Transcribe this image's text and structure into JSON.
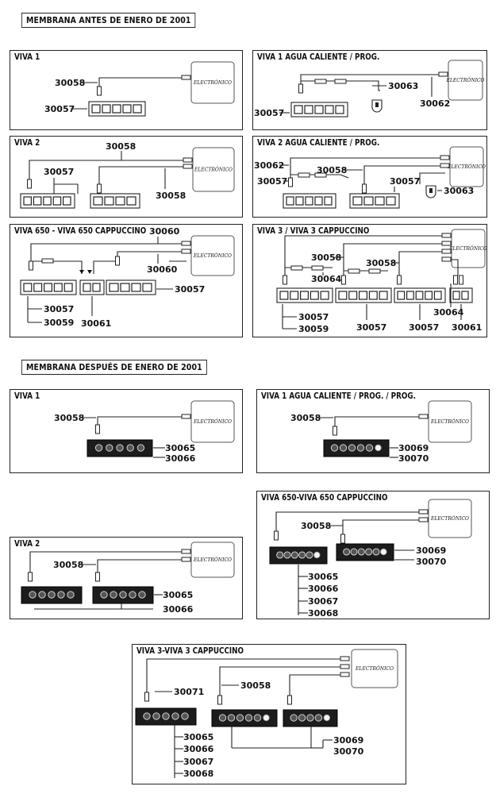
{
  "headers": {
    "before": "MEMBRANA ANTES DE ENERO DE 2001",
    "after": "MEMBRANA DESPUÉS DE ENERO DE 2001"
  },
  "electronico_label": "ELECTRÓNICO",
  "panels": {
    "viva1_old": {
      "title": "VIVA 1",
      "labels": {
        "cable": "30058",
        "membrane": "30057"
      }
    },
    "viva1ac_old": {
      "title": "VIVA 1 AGUA CALIENTE / PROG.",
      "labels": {
        "cable_short": "30063",
        "cable_long": "30062",
        "membrane": "30057"
      }
    },
    "viva2_old": {
      "title": "VIVA 2",
      "labels": {
        "cable_top": "30058",
        "membrane": "30057",
        "cable_bottom": "30058"
      }
    },
    "viva2ac_old": {
      "title": "VIVA 2 AGUA CALIENTE / PROG.",
      "labels": {
        "cable_long": "30062",
        "cable": "30058",
        "membrane_left": "30057",
        "membrane_right": "30057",
        "cable_short": "30063"
      }
    },
    "viva650_old": {
      "title": "VIVA 650 - VIVA 650 CAPPUCCINO",
      "labels": {
        "cable_top": "30060",
        "cable_mid": "30060",
        "membrane_right": "30057",
        "membrane_left_a": "30057",
        "membrane_left_b": "30059",
        "small": "30061"
      }
    },
    "viva3_old": {
      "title": "VIVA 3 / VIVA 3 CAPPUCCINO",
      "labels": {
        "cable_a": "30058",
        "cable_b": "30058",
        "cable_c": "30064",
        "cable_d": "30064",
        "m_left_a": "30057",
        "m_left_b": "30059",
        "m_mid": "30057",
        "m_right": "30057",
        "small": "30061"
      }
    },
    "viva1_new": {
      "title": "VIVA 1",
      "labels": {
        "cable": "30058",
        "m_a": "30065",
        "m_b": "30066"
      }
    },
    "viva1ac_new": {
      "title": "VIVA 1 AGUA CALIENTE / PROG. / PROG.",
      "labels": {
        "cable": "30058",
        "m_a": "30069",
        "m_b": "30070"
      }
    },
    "viva2_new": {
      "title": "VIVA 2",
      "labels": {
        "cable": "30058",
        "m_a": "30065",
        "m_b": "30066"
      }
    },
    "viva650_new": {
      "title": "VIVA 650-VIVA 650 CAPPUCCINO",
      "labels": {
        "cable": "30058",
        "r_a": "30069",
        "r_b": "30070",
        "l_a": "30065",
        "l_b": "30066",
        "l_c": "30067",
        "l_d": "30068"
      }
    },
    "viva3_new": {
      "title": "VIVA 3-VIVA 3 CAPPUCCINO",
      "labels": {
        "cable_a": "30071",
        "cable_b": "30058",
        "l_a": "30065",
        "l_b": "30066",
        "l_c": "30067",
        "l_d": "30068",
        "r_a": "30069",
        "r_b": "30070"
      }
    }
  }
}
